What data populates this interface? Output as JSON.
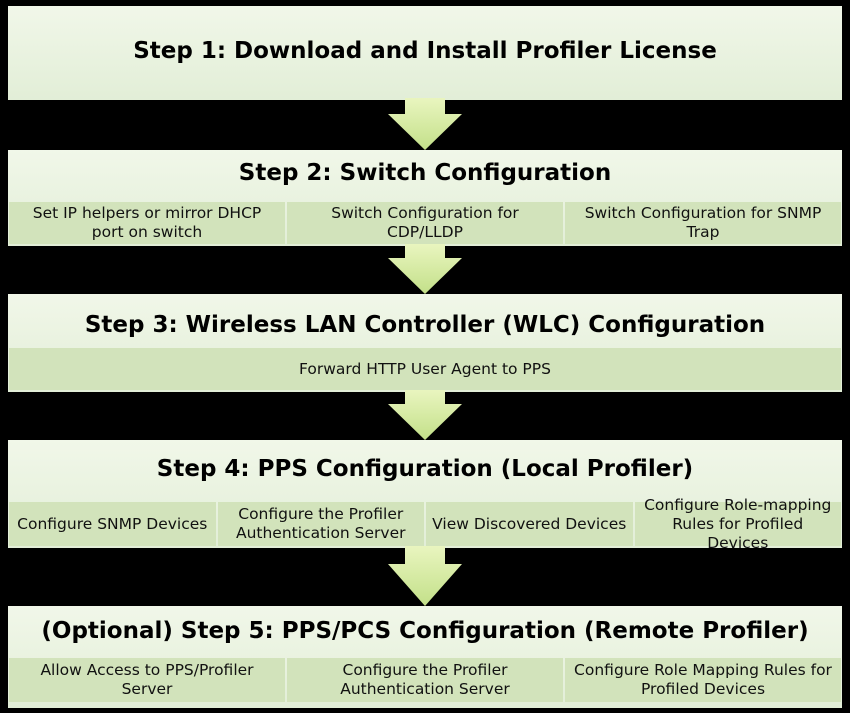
{
  "steps": [
    {
      "title": "Step 1: Download and Install Profiler License",
      "items": []
    },
    {
      "title": "Step 2: Switch Configuration",
      "items": [
        "Set IP helpers or mirror DHCP port on switch",
        "Switch Configuration for CDP/LLDP",
        "Switch Configuration for SNMP Trap"
      ]
    },
    {
      "title": "Step 3: Wireless LAN Controller (WLC)  Configuration",
      "items": [
        "Forward HTTP User Agent to PPS"
      ]
    },
    {
      "title": "Step 4: PPS Configuration (Local Profiler)",
      "items": [
        "Configure SNMP Devices",
        "Configure the Profiler Authentication Server",
        "View Discovered Devices",
        "Configure Role-mapping Rules for Profiled Devices"
      ]
    },
    {
      "title": "(Optional) Step 5: PPS/PCS Configuration (Remote Profiler)",
      "items": [
        "Allow Access to PPS/Profiler Server",
        "Configure the Profiler Authentication Server",
        "Configure Role Mapping Rules for Profiled Devices"
      ]
    }
  ],
  "colors": {
    "background": "#000000",
    "box": "#eaf3df",
    "sub_box": "#d2e3bb",
    "arrow": "#d8ec9e"
  }
}
